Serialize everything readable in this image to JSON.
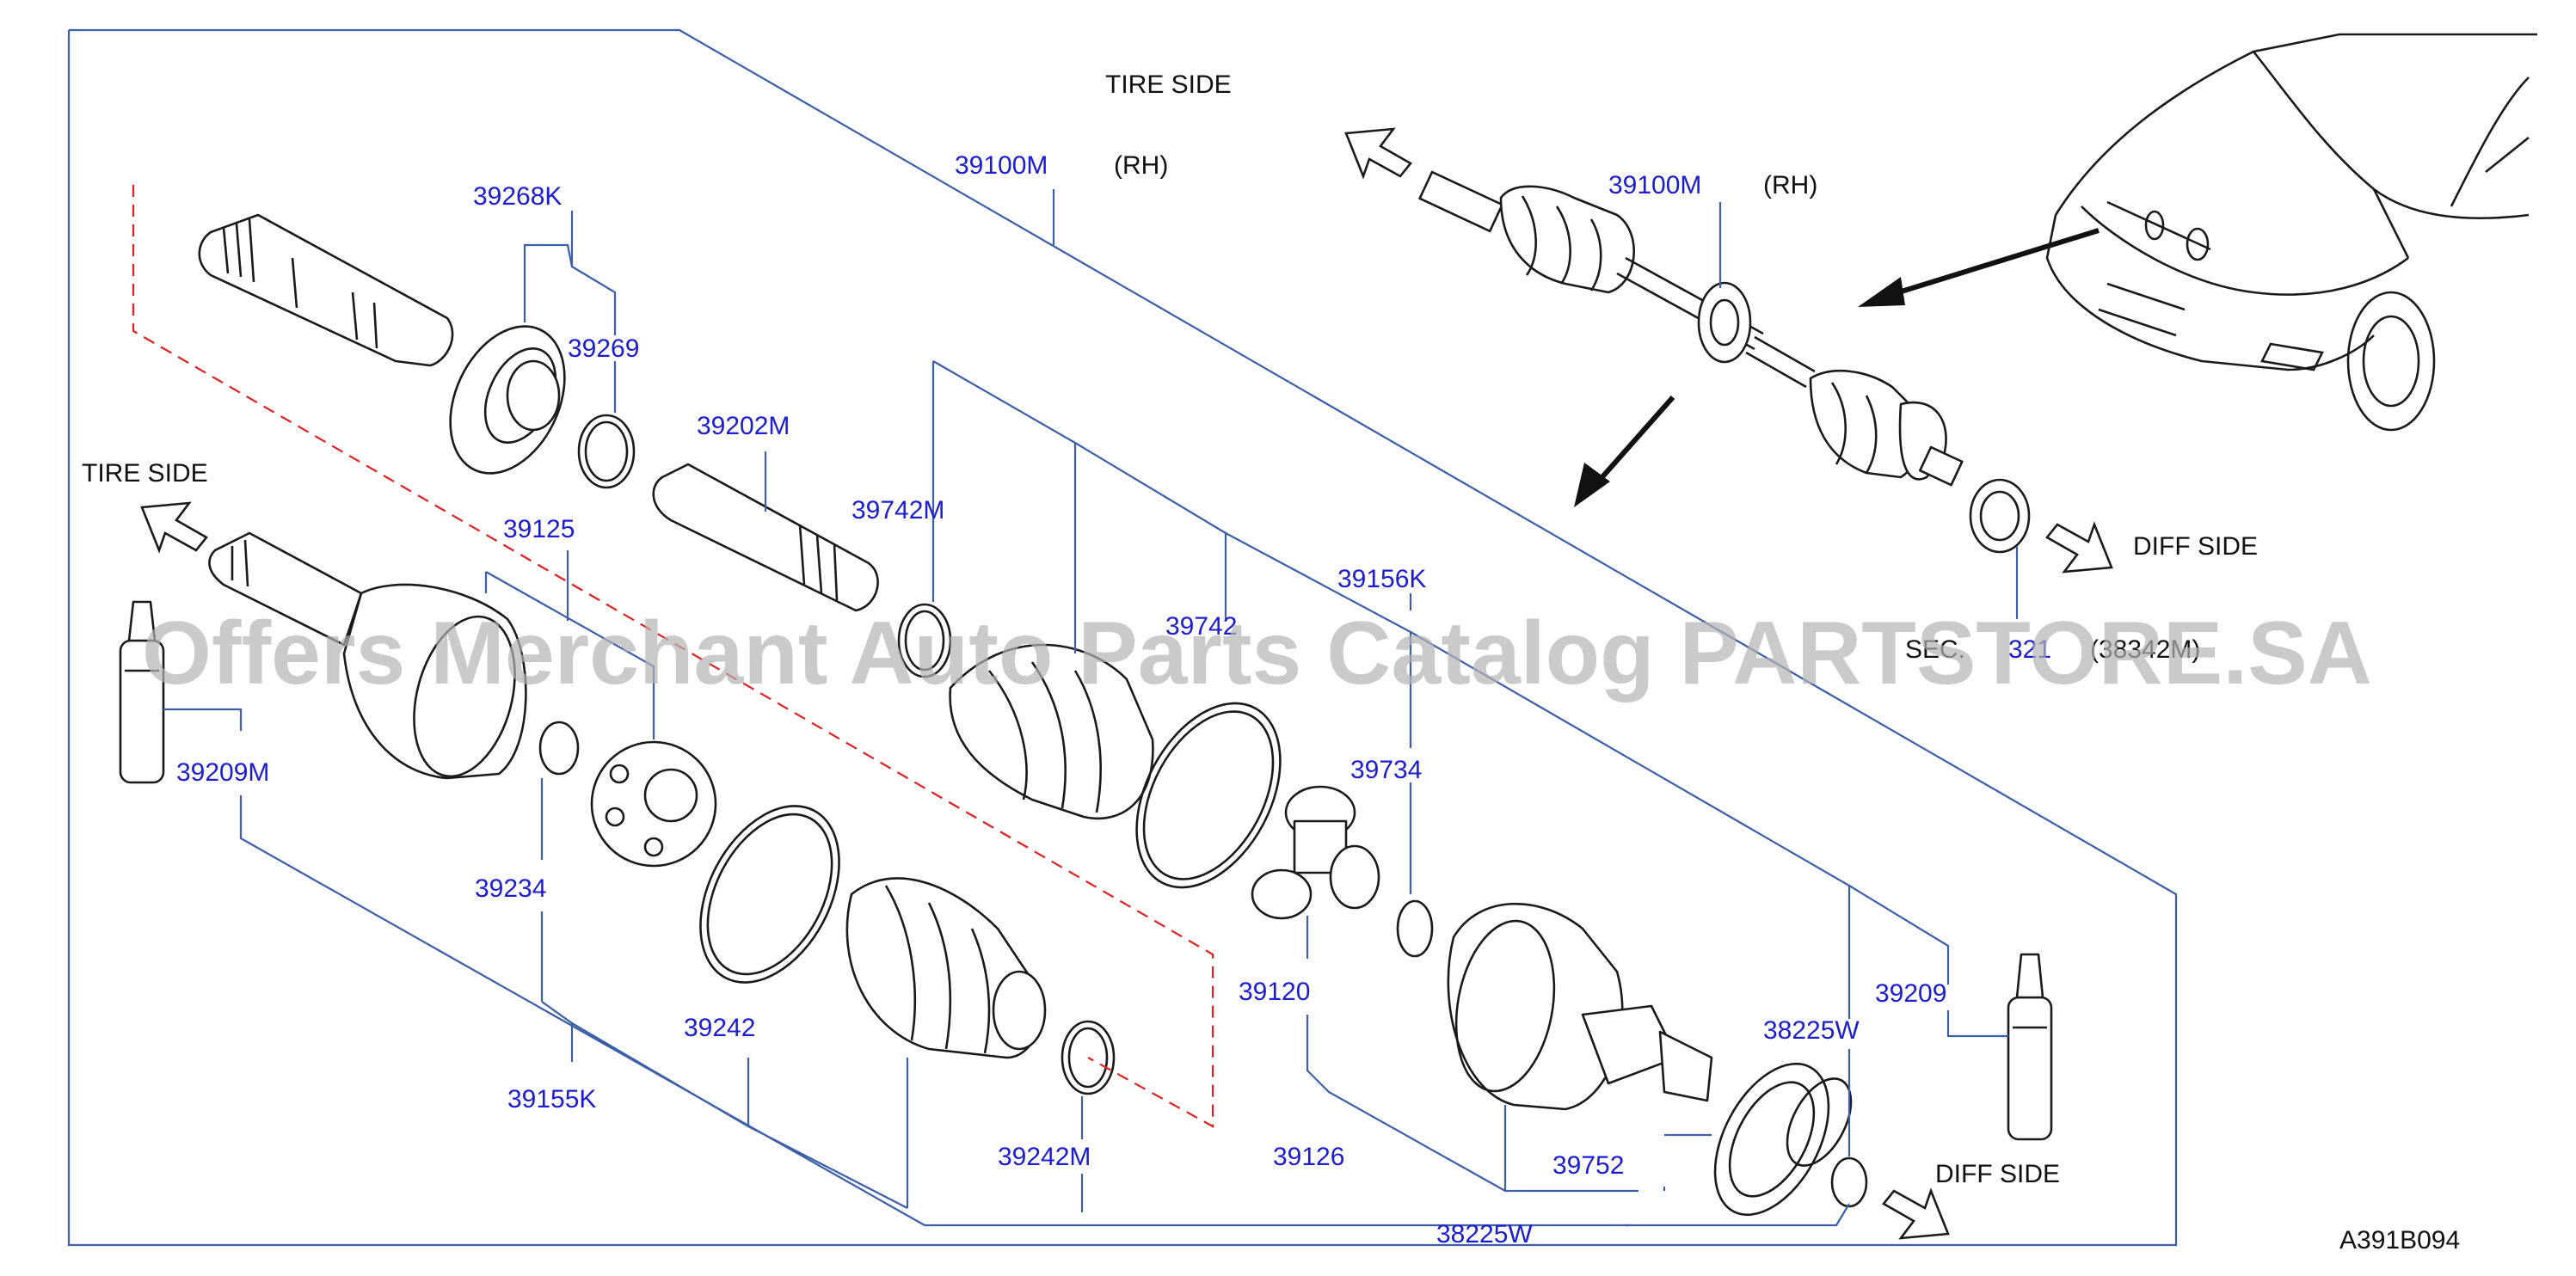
{
  "diagram_id": "A391B094",
  "watermark": "Offers Merchant Auto Parts Catalog PARTSTORE.SA",
  "side_labels": {
    "tire_side_top": "TIRE  SIDE",
    "tire_side_left": "TIRE  SIDE",
    "diff_side_right": "DIFF  SIDE",
    "diff_side_bottom": "DIFF  SIDE"
  },
  "callouts": {
    "c39100m_main": "39100M",
    "c39100m_main_rh": "(RH)",
    "c39100m_inset": "39100M",
    "c39100m_inset_rh": "(RH)",
    "c39268k": "39268K",
    "c39269": "39269",
    "c39202m": "39202M",
    "c39125": "39125",
    "c39742m": "39742M",
    "c39742": "39742",
    "c39156k": "39156K",
    "c39209m": "39209M",
    "c39734": "39734",
    "c39234": "39234",
    "c39120": "39120",
    "c39242": "39242",
    "c39209": "39209",
    "c38225w_right": "38225W",
    "c39155k": "39155K",
    "c39242m": "39242M",
    "c39126": "39126",
    "c39752": "39752",
    "c38225w_bottom": "38225W"
  },
  "sec_ref": {
    "prefix": "SEC.",
    "number": "321",
    "part": "(38342M)"
  },
  "colors": {
    "label_blue": "#1c1cd0",
    "leader_blue": "#3a5fa8",
    "dashed_red": "#e02020",
    "line_dark": "#1a1a1a"
  }
}
